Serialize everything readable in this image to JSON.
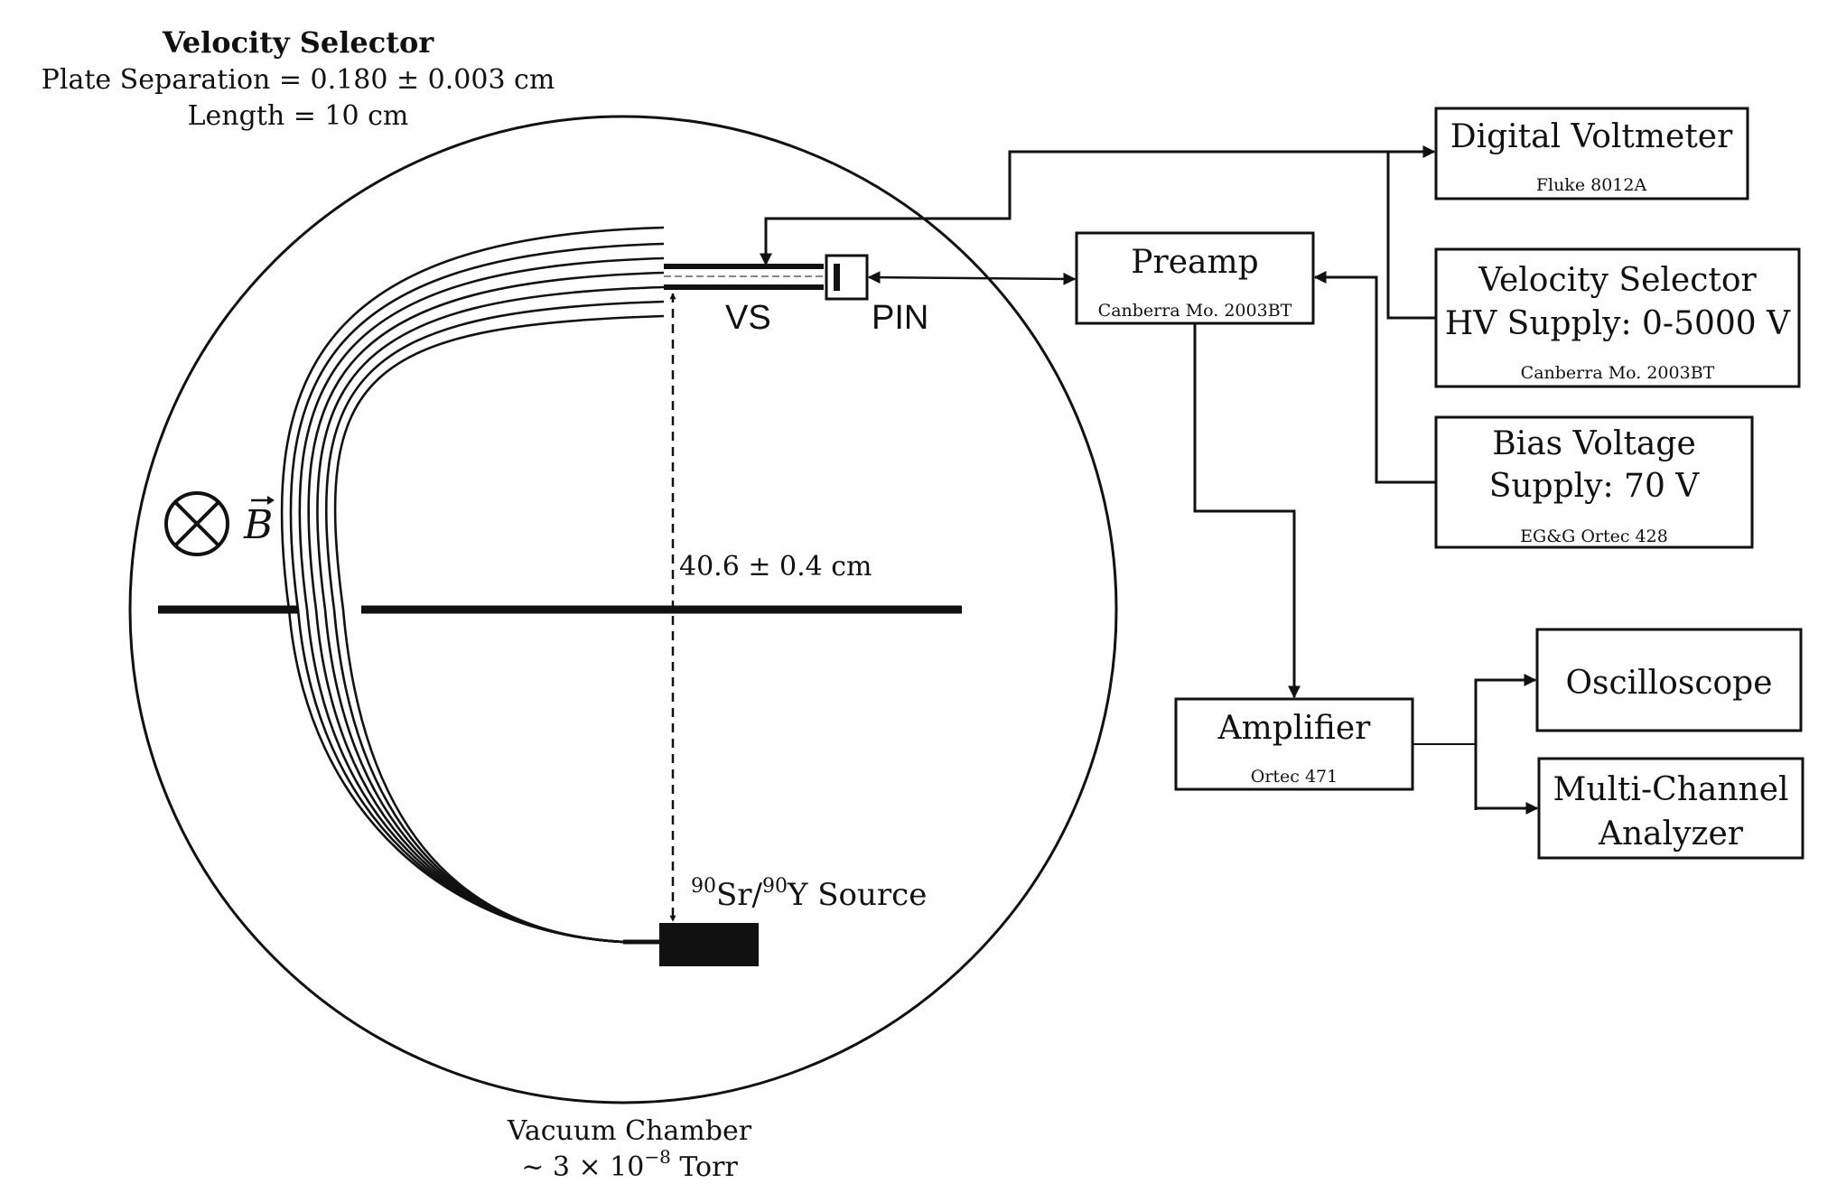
{
  "header": {
    "title": "Velocity Selector",
    "line2": "Plate Separation = 0.180 ± 0.003 cm",
    "line3": "Length = 10 cm"
  },
  "chamber": {
    "label1": "Vacuum Chamber",
    "label2_prefix": "~ 3 × 10",
    "label2_exp": "−8",
    "label2_suffix": " Torr",
    "field_symbol": "B",
    "distance": "40.6 ± 0.4 cm",
    "vs_label": "VS",
    "pin_label": "PIN",
    "source": {
      "sup1": "90",
      "mid": "Sr/",
      "sup2": "90",
      "suffix": "Y Source"
    }
  },
  "boxes": {
    "dvm": {
      "title": "Digital Voltmeter",
      "model": "Fluke 8012A"
    },
    "hv": {
      "line1": "Velocity Selector",
      "line2": "HV Supply: 0-5000 V",
      "model": "Canberra Mo. 2003BT"
    },
    "bias": {
      "line1": "Bias Voltage",
      "line2": "Supply: 70 V",
      "model": "EG&G Ortec 428"
    },
    "preamp": {
      "title": "Preamp",
      "model": "Canberra Mo. 2003BT"
    },
    "amp": {
      "title": "Amplifier",
      "model": "Ortec 471"
    },
    "osc": {
      "title": "Oscilloscope"
    },
    "mca": {
      "line1": "Multi-Channel",
      "line2": "Analyzer"
    }
  },
  "colors": {
    "ink": "#111111",
    "background": "#ffffff"
  }
}
